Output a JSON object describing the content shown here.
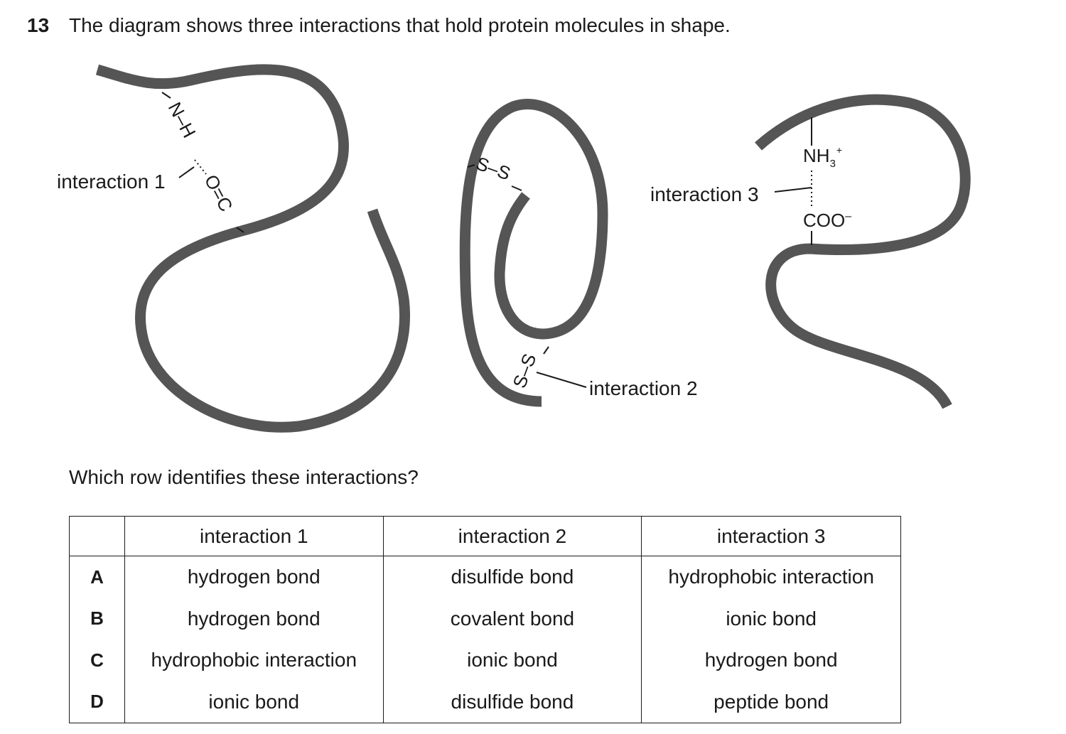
{
  "question": {
    "number": "13",
    "text": "The diagram shows three interactions that hold protein molecules in shape.",
    "prompt": "Which row identifies these interactions?"
  },
  "diagram": {
    "interaction1_label": "interaction 1",
    "interaction2_label": "interaction 2",
    "interaction3_label": "interaction 3",
    "h_bond_nh": "N–H",
    "h_bond_co": "O=C",
    "disulfide_top": "S–S",
    "disulfide_bottom": "S–S",
    "amine_group": "NH",
    "amine_subscript": "3",
    "amine_charge": "+",
    "carboxyl_group": "COO",
    "carboxyl_charge": "–"
  },
  "table": {
    "headers": [
      "",
      "interaction 1",
      "interaction 2",
      "interaction 3"
    ],
    "rows": [
      {
        "letter": "A",
        "i1": "hydrogen bond",
        "i2": "disulfide bond",
        "i3": "hydrophobic interaction"
      },
      {
        "letter": "B",
        "i1": "hydrogen bond",
        "i2": "covalent bond",
        "i3": "ionic bond"
      },
      {
        "letter": "C",
        "i1": "hydrophobic interaction",
        "i2": "ionic bond",
        "i3": "hydrogen bond"
      },
      {
        "letter": "D",
        "i1": "ionic bond",
        "i2": "disulfide bond",
        "i3": "peptide bond"
      }
    ]
  }
}
